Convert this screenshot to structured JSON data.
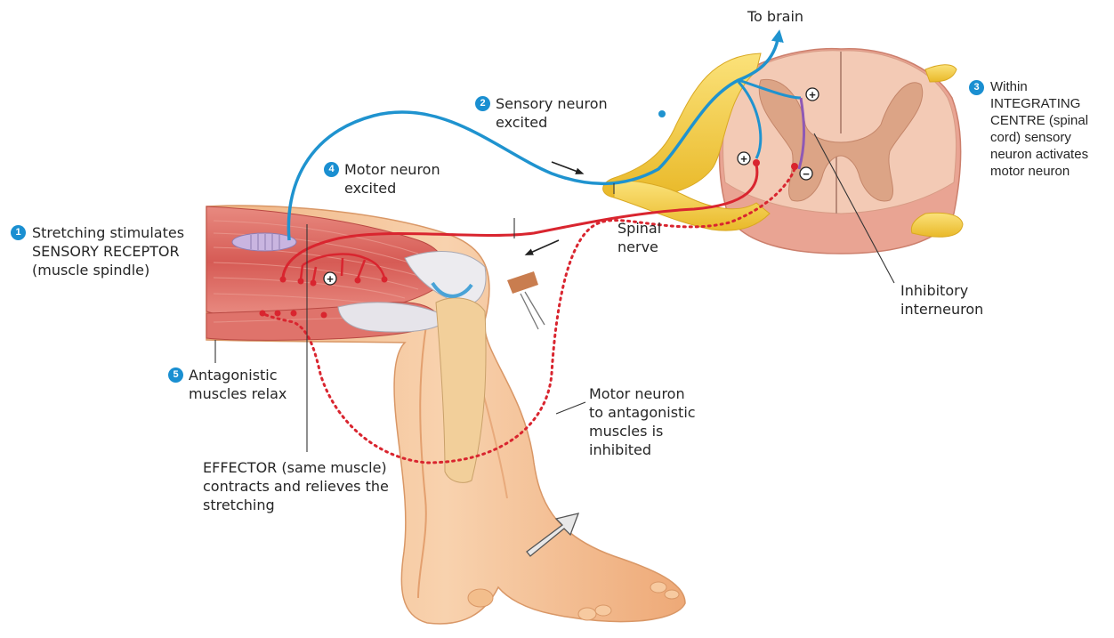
{
  "labels": {
    "to_brain": "To brain",
    "step1": "Stretching stimulates\nSENSORY RECEPTOR\n(muscle spindle)",
    "step2": "Sensory neuron\nexcited",
    "step3": "Within\nINTEGRATING\nCENTRE (spinal\ncord) sensory\nneuron activates\nmotor neuron",
    "step4": "Motor neuron\nexcited",
    "step5": "Antagonistic\nmuscles relax",
    "spinal_nerve": "Spinal\nnerve",
    "inhibitory_interneuron": "Inhibitory\ninterneuron",
    "motor_inhibited": "Motor neuron\nto antagonistic\nmuscles is\ninhibited",
    "effector": "EFFECTOR (same muscle)\ncontracts and relieves the\nstretching"
  },
  "step_numbers": {
    "n1": "1",
    "n2": "2",
    "n3": "3",
    "n4": "4",
    "n5": "5"
  },
  "synapse_signs": {
    "plus": "+",
    "minus": "−"
  },
  "colors": {
    "sensory_neuron": "#1f93cf",
    "motor_neuron": "#d9252f",
    "interneuron": "#8e59b5",
    "step_badge": "#1a8fd1",
    "muscle": "#d9655f",
    "skin": "#f4bf8e",
    "spinal_cord": "#f3c9b4",
    "gray_matter": "#dea88a",
    "nerve": "#f5d545"
  }
}
